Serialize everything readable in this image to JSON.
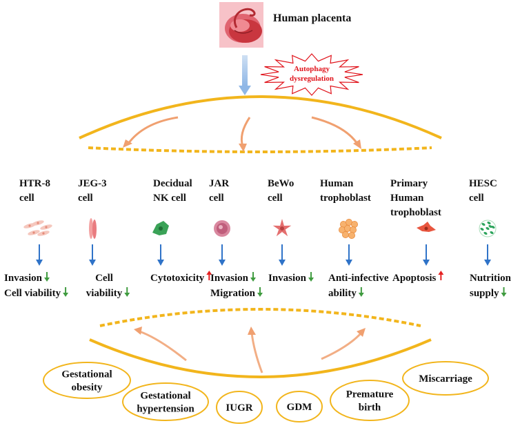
{
  "header": {
    "title": "Human placenta",
    "burst_lines": [
      "Autophagy",
      "dysregulation"
    ]
  },
  "colors": {
    "gold": "#f2b51c",
    "salmon_arrow": "#f0a070",
    "down_arrow": "#2f73c8",
    "green_arrow": "#3f9b3f",
    "red_arrow": "#e52222",
    "burst_stroke": "#e0131b",
    "placenta_bg": "#f7c2c8"
  },
  "cells": [
    {
      "id": "htr8",
      "name": [
        "HTR-8",
        "cell"
      ],
      "icon": "fibroblast-cluster-icon",
      "effects": [
        {
          "text": "Invasion",
          "dir": "down"
        },
        {
          "text": "Cell viability",
          "dir": "down"
        }
      ]
    },
    {
      "id": "jeg3",
      "name": [
        "JEG-3",
        "cell"
      ],
      "icon": "spindle-cell-icon",
      "effects": [
        {
          "text": "Cell",
          "dir": ""
        },
        {
          "text": "viability",
          "dir": "down"
        }
      ]
    },
    {
      "id": "dnk",
      "name": [
        "Decidual",
        "NK cell"
      ],
      "icon": "nk-cell-icon",
      "effects": [
        {
          "text": "Cytotoxicity",
          "dir": "up"
        }
      ]
    },
    {
      "id": "jar",
      "name": [
        "JAR",
        "cell"
      ],
      "icon": "round-cell-icon",
      "effects": [
        {
          "text": "Invasion",
          "dir": "down"
        },
        {
          "text": "Migration",
          "dir": "down"
        }
      ]
    },
    {
      "id": "bewo",
      "name": [
        "BeWo",
        "cell"
      ],
      "icon": "star-cell-icon",
      "effects": [
        {
          "text": "Invasion",
          "dir": "down"
        }
      ]
    },
    {
      "id": "htb",
      "name": [
        "Human",
        "trophoblast"
      ],
      "icon": "cell-cluster-icon",
      "effects": [
        {
          "text": "Anti-infective",
          "dir": ""
        },
        {
          "text": "ability",
          "dir": "down"
        }
      ]
    },
    {
      "id": "pht",
      "name": [
        "Primary",
        "Human",
        "trophoblast"
      ],
      "icon": "primary-cell-icon",
      "effects": [
        {
          "text": "Apoptosis",
          "dir": "up"
        }
      ]
    },
    {
      "id": "hesc",
      "name": [
        "HESC",
        "cell"
      ],
      "icon": "dotted-cell-icon",
      "effects": [
        {
          "text": "Nutrition",
          "dir": ""
        },
        {
          "text": "supply",
          "dir": "down"
        }
      ]
    }
  ],
  "diseases": [
    {
      "id": "obesity",
      "lines": [
        "Gestational",
        "obesity"
      ]
    },
    {
      "id": "hypertension",
      "lines": [
        "Gestational",
        "hypertension"
      ]
    },
    {
      "id": "iugr",
      "lines": [
        "IUGR"
      ]
    },
    {
      "id": "gdm",
      "lines": [
        "GDM"
      ]
    },
    {
      "id": "premature",
      "lines": [
        "Premature",
        "birth"
      ]
    },
    {
      "id": "miscarriage",
      "lines": [
        "Miscarriage"
      ]
    }
  ]
}
